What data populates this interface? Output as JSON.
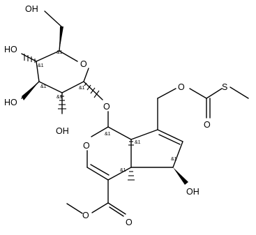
{
  "atoms": {
    "o_ring_sugar": "O",
    "o_glycosidic": "O",
    "o_ring_pyran": "O",
    "oh_6": "OH",
    "ho_4": "HO",
    "ho_3": "HO",
    "oh_2": "OH",
    "oh_cyclopentene": "OH",
    "o_ester_link": "O",
    "o_carbonyl_thio": "O",
    "s_thio": "S",
    "o_carbonyl_ester": "O",
    "o_methoxy": "O"
  },
  "stereo_marks": {
    "c5": "&1",
    "c4": "&1",
    "c3": "&1",
    "c2": "&1",
    "c1": "&1",
    "c1_aglycone": "&1",
    "c7a": "&1",
    "c4a": "&1",
    "c5_oh": "&1"
  }
}
